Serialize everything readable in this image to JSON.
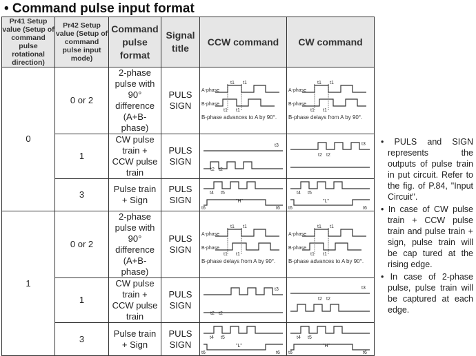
{
  "title": "• Command pulse input format",
  "headers": [
    "Pr41 Setup value (Setup of command pulse rotational direction)",
    "Pr42 Setup value (Setup of command pulse input mode)",
    "Command pulse format",
    "Signal title",
    "CCW command",
    "CW command"
  ],
  "groups": [
    {
      "pr41": "0"
    },
    {
      "pr41": "1"
    }
  ],
  "rows": [
    {
      "pr42": "0  or  2",
      "format": "2-phase pulse with 90° difference (A+B-phase)",
      "signal": "PULS SIGN",
      "ccw_caption": "B-phase advances to A by 90°.",
      "cw_caption": "B-phase delays from A by 90°."
    },
    {
      "pr42": "1",
      "format": "CW pulse train + CCW pulse train",
      "signal": "PULS SIGN"
    },
    {
      "pr42": "3",
      "format": "Pulse train + Sign",
      "signal": "PULS SIGN",
      "ccw_level": "\"H\"",
      "cw_level": "\"L\""
    },
    {
      "pr42": "0  or  2",
      "format": "2-phase pulse with 90° difference (A+B-phase)",
      "signal": "PULS SIGN",
      "ccw_caption": "B-phase delays from A by 90°.",
      "cw_caption": "B-phase advances to A by 90°."
    },
    {
      "pr42": "1",
      "format": "CW pulse train + CCW pulse train",
      "signal": "PULS SIGN"
    },
    {
      "pr42": "3",
      "format": "Pulse train + Sign",
      "signal": "PULS SIGN",
      "ccw_level": "\"L\"",
      "cw_level": "\"H\""
    }
  ],
  "wave_labels": {
    "a_phase": "A-phase",
    "b_phase": "B-phase",
    "t1": "t1",
    "t2": "t2",
    "t3": "t3",
    "t4": "t4",
    "t5": "t5",
    "t6": "t6"
  },
  "notes": [
    "• PULS and SIGN represents the outputs of pulse train in put circuit. Refer to the fig. of P.84, \"Input Circuit\".",
    "• In case of CW pulse train + CCW pulse train and pulse train + sign, pulse train will be cap tured at the rising edge.",
    "• In case of 2-phase pulse, pulse train will be captured at each edge."
  ]
}
